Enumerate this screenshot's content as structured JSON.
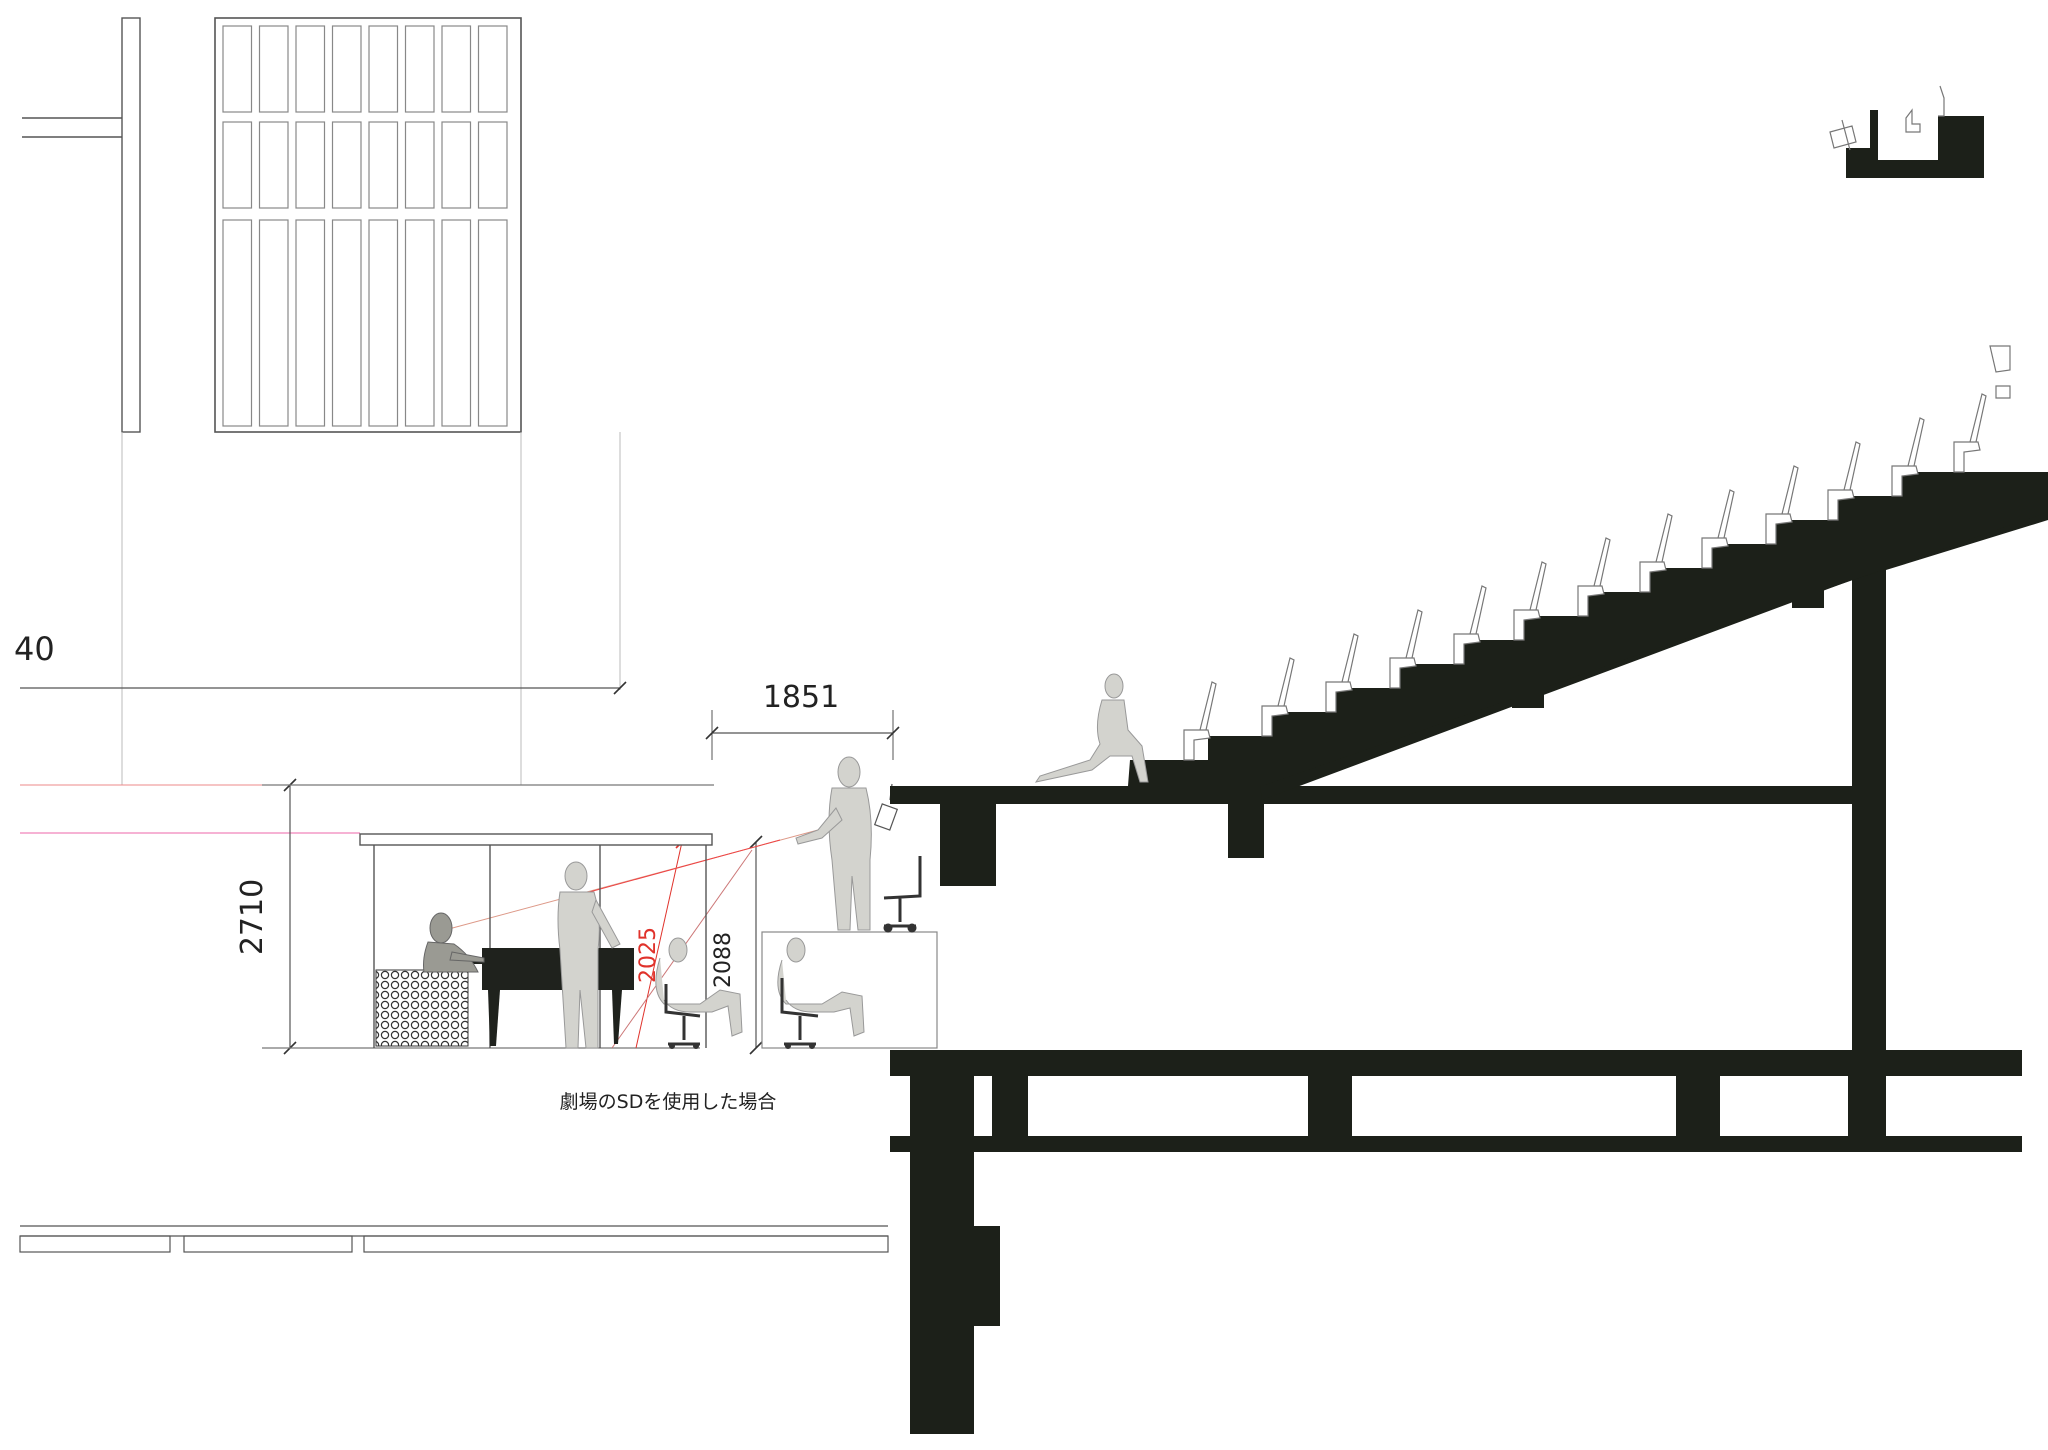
{
  "dimensions": {
    "partial_left": "40",
    "span_width": "1851",
    "height_total": "2710",
    "sightline_height": "2088",
    "sightline_red": "2025"
  },
  "note": "劇場のSDを使用した場合",
  "colors": {
    "structure": "#1c2019",
    "figure": "#c9c9c4",
    "figure_dark": "#8e8e88",
    "dimension_line": "#555555",
    "accent_red": "#e0322b",
    "grid_line": "#999999"
  }
}
